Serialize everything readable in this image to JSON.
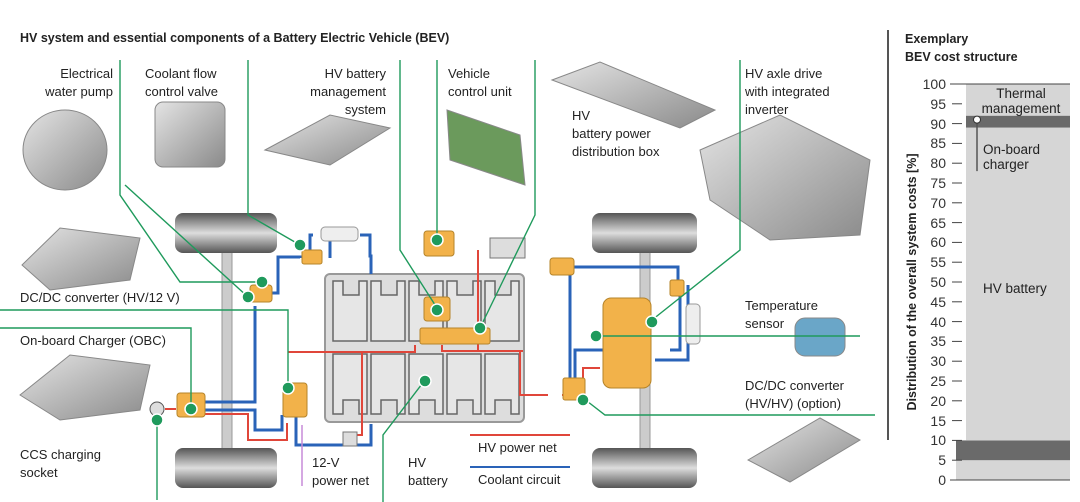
{
  "title": "HV system and essential components of a Battery Electric Vehicle (BEV)",
  "components": {
    "water_pump": "Electrical\nwater pump",
    "coolant_valve": "Coolant flow\ncontrol valve",
    "bms": "HV battery\nmanagement\nsystem",
    "vcu": "Vehicle\ncontrol unit",
    "pdu": "HV\nbattery power\ndistribution box",
    "axle_drive": "HV axle drive\nwith integrated\ninverter",
    "dcdc_12v": "DC/DC converter (HV/12 V)",
    "obc": "On-board Charger (OBC)",
    "ccs": "CCS charging\nsocket",
    "power_net_12v": "12-V\npower net",
    "hv_battery": "HV\nbattery",
    "temp_sensor": "Temperature\nsensor",
    "dcdc_hv": "DC/DC converter\n(HV/HV) (option)"
  },
  "legend": {
    "hv_power_net": "HV power net",
    "coolant_circuit": "Coolant circuit"
  },
  "colors": {
    "hv_power_net": "#e0463a",
    "coolant_circuit": "#2a63b8",
    "leader": "#1f9a5c",
    "component": "#f2b24a",
    "low_voltage": "#c78ad8"
  },
  "cost_chart": {
    "title": "Exemplary\nBEV cost structure",
    "ylabel": "Distribution of the overall system costs [%]",
    "ticks": [
      "100",
      "95",
      "90",
      "85",
      "80",
      "75",
      "70",
      "65",
      "60",
      "55",
      "50",
      "45",
      "40",
      "35",
      "30",
      "25",
      "20",
      "15",
      "10",
      "5",
      "0"
    ],
    "ylim": [
      0,
      100
    ],
    "segments": [
      {
        "label": "",
        "from": 0,
        "to": 5,
        "shade": "light"
      },
      {
        "label": "",
        "from": 5,
        "to": 10,
        "shade": "dark"
      },
      {
        "label": "HV battery",
        "from": 10,
        "to": 89,
        "shade": "light"
      },
      {
        "label": "On-board\ncharger",
        "from": 89,
        "to": 92,
        "shade": "dark"
      },
      {
        "label": "Thermal\nmanagement",
        "from": 92,
        "to": 100,
        "shade": "light"
      }
    ]
  }
}
